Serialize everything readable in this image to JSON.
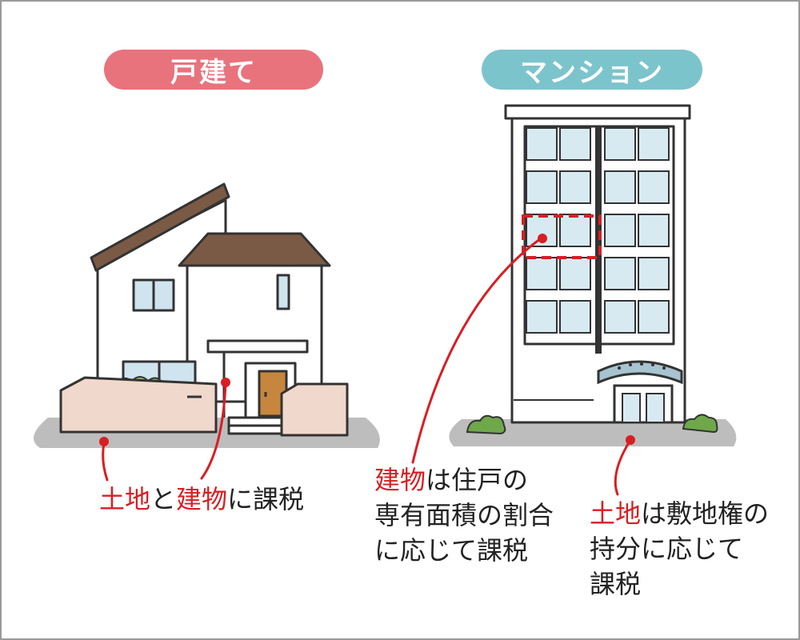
{
  "labels": {
    "house": "戸建て",
    "mansion": "マンション"
  },
  "captions": {
    "house": {
      "part1": "土地",
      "part2": "と",
      "part3": "建物",
      "part4": "に課税"
    },
    "building": {
      "highlight": "建物",
      "line1_rest": "は住戸の",
      "line2": "専有面積の割合",
      "line3": "に応じて課税"
    },
    "land": {
      "highlight": "土地",
      "line1_rest": "は敷地権の",
      "line2": "持分に応じて",
      "line3": "課税"
    }
  },
  "colors": {
    "house_pill": "#e8737d",
    "mansion_pill": "#7cc4cc",
    "highlight": "#d81e23"
  }
}
